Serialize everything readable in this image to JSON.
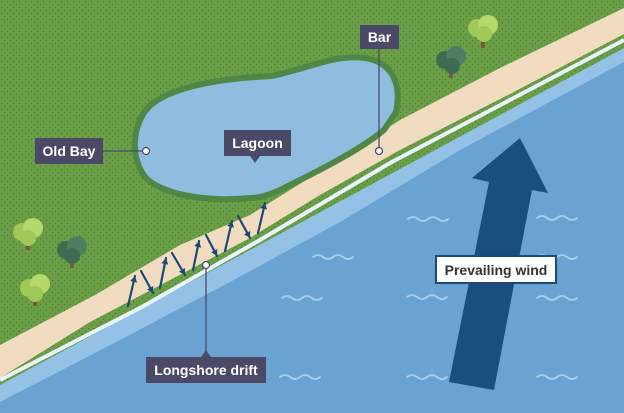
{
  "labels": {
    "bar": "Bar",
    "lagoon": "Lagoon",
    "old_bay": "Old Bay",
    "longshore_drift": "Longshore drift",
    "prevailing_wind": "Prevailing wind"
  },
  "colors": {
    "land": "#6a9e47",
    "beach": "#f1dcc0",
    "sea": "#6aa3d1",
    "shallow_sea": "#93c2e6",
    "lagoon": "#8fbde0",
    "lagoon_edge": "#4f8745",
    "label_bg": "#4a4a68",
    "arrow": "#1c4a78",
    "wind_arrow": "#184f7e"
  },
  "icons": [
    "tree-icon",
    "wave-icon",
    "drift-arrow-icon",
    "wind-arrow-icon"
  ]
}
